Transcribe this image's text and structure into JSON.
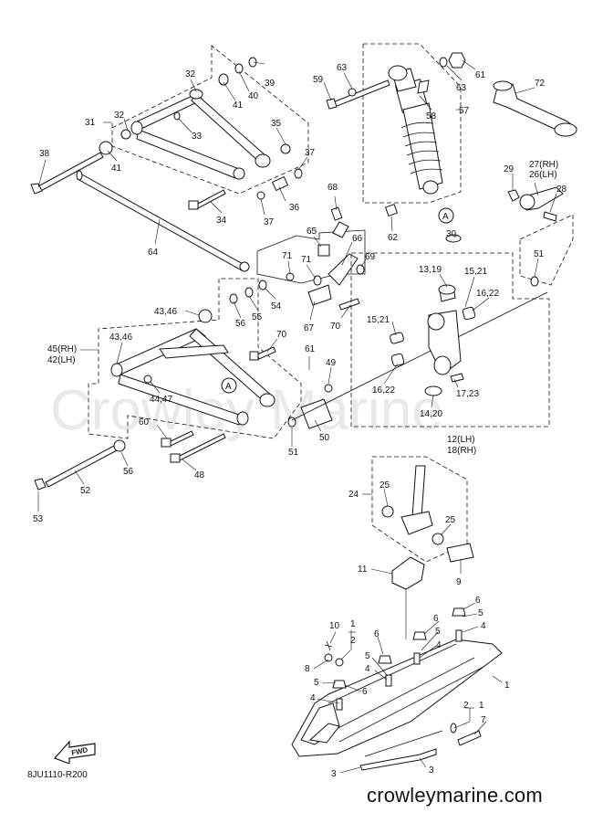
{
  "watermark": "Crowley Marine",
  "footer": {
    "brand": "crowleymarine.com",
    "code": "8JU1110-R200"
  },
  "fwd_label": "FWD",
  "callouts": {
    "c1a": "1",
    "c1b": "1",
    "c1c": "1",
    "c2a": "2",
    "c2b": "2",
    "c3a": "3",
    "c3b": "3",
    "c4a": "4",
    "c4b": "4",
    "c4c": "4",
    "c4d": "4",
    "c5a": "5",
    "c5b": "5",
    "c5c": "5",
    "c5d": "5",
    "c6a": "6",
    "c6b": "6",
    "c6c": "6",
    "c6d": "6",
    "c7": "7",
    "c8": "8",
    "c9": "9",
    "c10": "10",
    "c11": "11",
    "c12": "12(LH)",
    "c18": "18(RH)",
    "c13": "13,19",
    "c14": "14,20",
    "c15a": "15,21",
    "c15b": "15,21",
    "c16a": "16,22",
    "c16b": "16,22",
    "c17": "17,23",
    "c24": "24",
    "c25a": "25",
    "c25b": "25",
    "c26": "26(LH)",
    "c27": "27(RH)",
    "c28": "28",
    "c29": "29",
    "c30": "30",
    "c31": "31",
    "c32a": "32",
    "c32b": "32",
    "c33": "33",
    "c34": "34",
    "c35": "35",
    "c36": "36",
    "c37a": "37",
    "c37b": "37",
    "c38": "38",
    "c39": "39",
    "c40": "40",
    "c41a": "41",
    "c41b": "41",
    "c42": "42(LH)",
    "c45": "45(RH)",
    "c43a": "43,46",
    "c43b": "43,46",
    "c44": "44,47",
    "c48": "48",
    "c49": "49",
    "c50": "50",
    "c51a": "51",
    "c51b": "51",
    "c52": "52",
    "c53": "53",
    "c54": "54",
    "c55": "55",
    "c56a": "56",
    "c56b": "56",
    "c57": "57",
    "c58": "58",
    "c59": "59",
    "c60": "60",
    "c61a": "61",
    "c61b": "61",
    "c62": "62",
    "c63a": "63",
    "c63b": "63",
    "c64": "64",
    "c65": "65",
    "c66": "66",
    "c67": "67",
    "c68": "68",
    "c69": "69",
    "c70a": "70",
    "c70b": "70",
    "c71a": "71",
    "c71b": "71",
    "c72": "72",
    "refA1": "A",
    "refA2": "A"
  }
}
